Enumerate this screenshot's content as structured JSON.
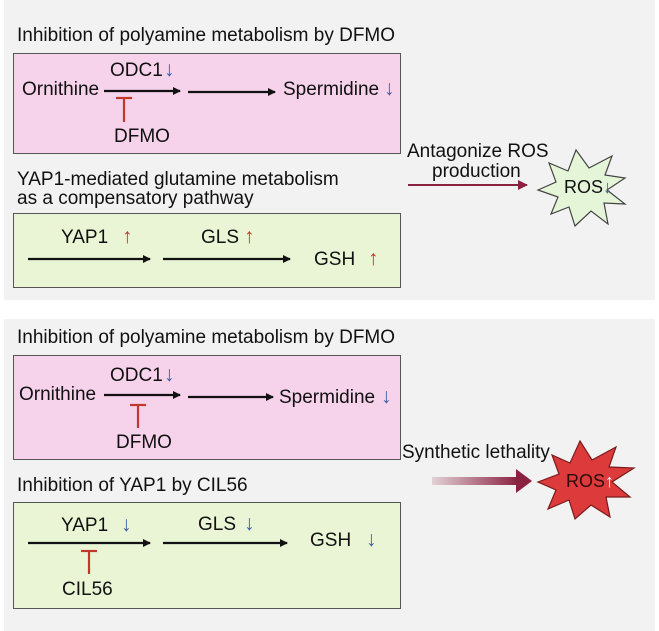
{
  "top": {
    "title": "Inhibition of polyamine metabolism by DFMO",
    "polyamine": {
      "ornithine": "Ornithine",
      "odc1": "ODC1",
      "spermidine": "Spermidine",
      "dfmo": "DFMO"
    },
    "section2_title_line1": "YAP1-mediated glutamine metabolism",
    "section2_title_line2": "as a compensatory pathway",
    "glutamine": {
      "yap1": "YAP1",
      "gls": "GLS",
      "gsh": "GSH"
    },
    "side_label_line1": "Antagonize ROS",
    "side_label_line2": "production",
    "burst_label": "ROS"
  },
  "bottom": {
    "title": "Inhibition of polyamine metabolism by DFMO",
    "polyamine": {
      "ornithine": "Ornithine",
      "odc1": "ODC1",
      "spermidine": "Spermidine",
      "dfmo": "DFMO"
    },
    "section2_title": "Inhibition of YAP1 by CIL56",
    "glutamine": {
      "yap1": "YAP1",
      "gls": "GLS",
      "gsh": "GSH",
      "cil56": "CIL56"
    },
    "side_label": "Synthetic lethality",
    "burst_label": "ROS"
  },
  "glyphs": {
    "up": "↑",
    "down": "↓"
  },
  "colors": {
    "pink_box": "#f6d3ea",
    "green_box": "#eaf5d6",
    "panel": "#f2f2f2",
    "down_arrow": "#3a5fa8",
    "up_arrow": "#c0392b",
    "inhibitor": "#c0392b",
    "burst_top": "#e4f5d8",
    "burst_bottom": "#dd3b3b",
    "maroon_arrow": "#8b2040"
  }
}
